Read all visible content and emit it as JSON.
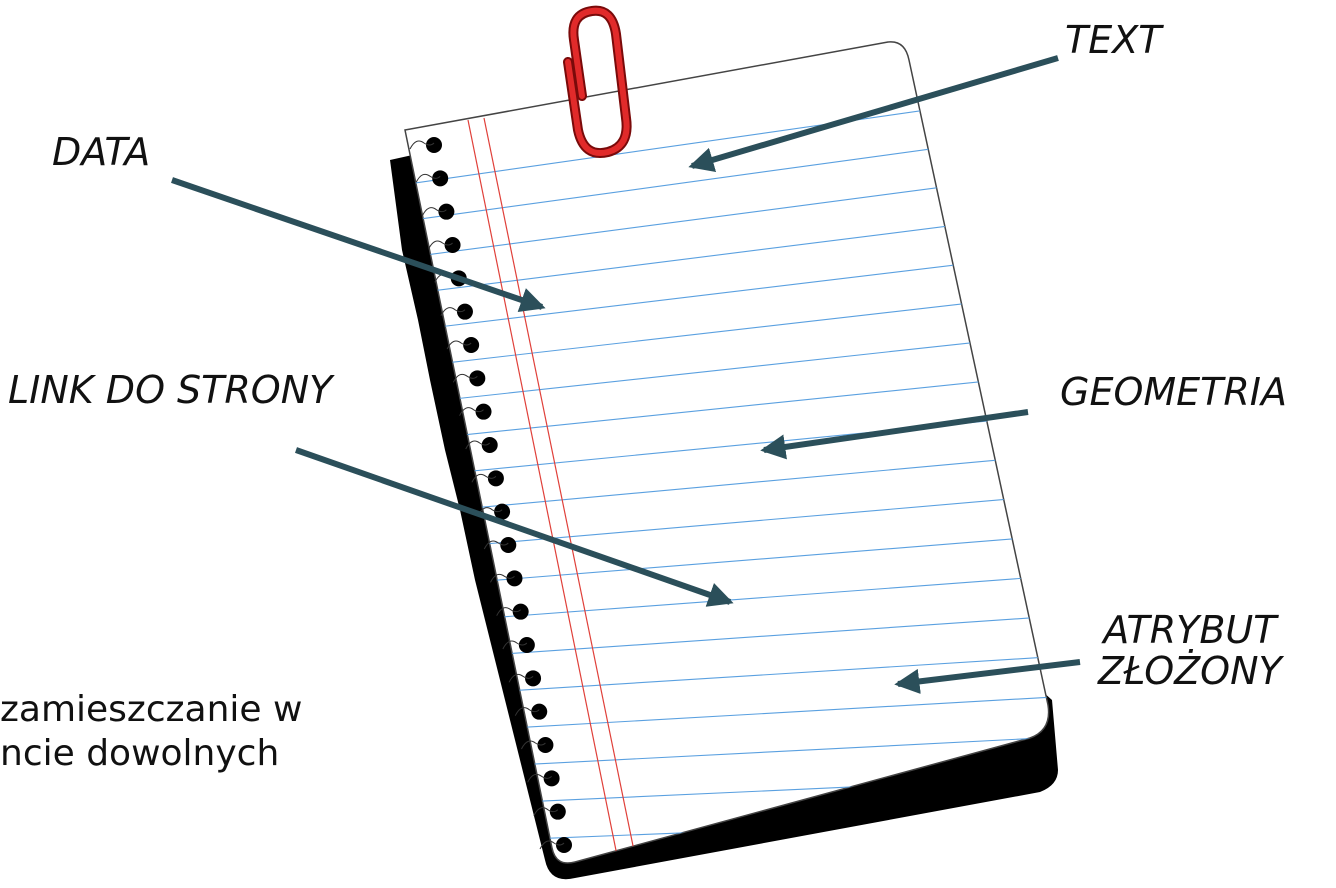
{
  "labels": {
    "text": "TEXT",
    "data": "DATA",
    "link": "LINK DO STRONY",
    "geometria": "GEOMETRIA",
    "atrybut_line1": "ATRYBUT",
    "atrybut_line2": "ZŁOŻONY"
  },
  "body_text": {
    "line1": "zamieszczanie w",
    "line2": "ncie dowolnych"
  },
  "colors": {
    "arrow": "#2b4f5a",
    "ruling": "#5aa0e0",
    "margin_line": "#e0403a",
    "paperclip": "#d42020",
    "binding": "#000000"
  },
  "icons": {
    "notepad": "notepad-icon",
    "paperclip": "paperclip-icon"
  }
}
